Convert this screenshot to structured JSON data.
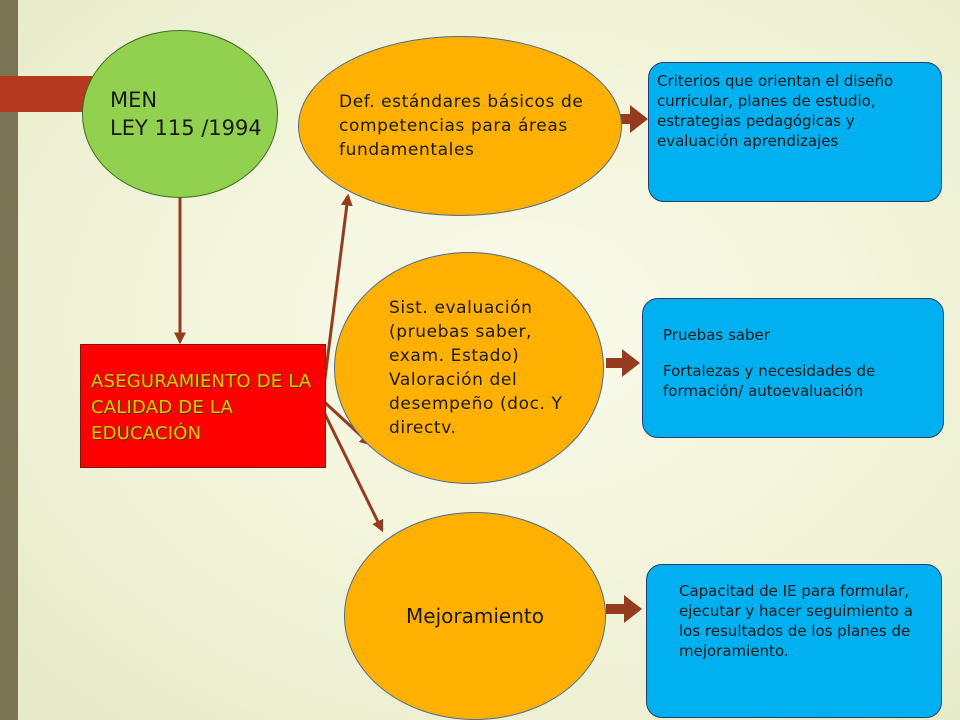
{
  "theme": {
    "side_bar": "#7a7354",
    "accent_bar": "#b5391f",
    "men_fill": "#92d050",
    "orange_fill": "#ffb000",
    "red_fill": "#ff0000",
    "red_text": "#ffc000",
    "blue_fill": "#00b0f0",
    "connector": "#953c20"
  },
  "nodes": {
    "men": {
      "text": "MEN\nLEY 115 /1994"
    },
    "aseguramiento": {
      "text": "ASEGURAMIENTO DE LA CALIDAD DE LA EDUCACIÓN"
    },
    "def_estandares": {
      "text": "Def. estándares básicos de competencias para áreas fundamentales"
    },
    "sist_evaluacion": {
      "text": "Sist. evaluación (pruebas saber, exam. Estado) Valoración del desempeño (doc. Y directv."
    },
    "mejoramiento": {
      "text": "Mejoramiento"
    }
  },
  "boxes": {
    "criterios": {
      "text": "Criterios que orientan el diseño curricular, planes de estudio, estrategias pedagógicas y evaluación aprendizajes"
    },
    "pruebas": {
      "line1": "Pruebas saber",
      "line2": "Fortalezas y necesidades de formación/ autoevaluación"
    },
    "capacitad": {
      "text": "Capacitad de IE para formular, ejecutar y hacer seguimiento a los resultados de los planes de mejoramiento."
    }
  },
  "arrows": [
    "arrow-right-icon",
    "arrow-up-right-icon",
    "arrow-down-right-icon",
    "arrow-down-icon"
  ]
}
